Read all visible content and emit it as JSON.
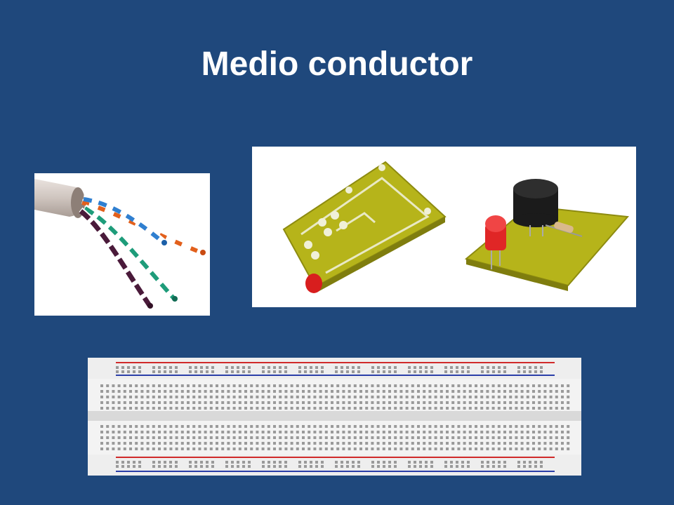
{
  "slide": {
    "title": "Medio conductor",
    "background_color": "#1f487c"
  },
  "images": {
    "cable": {
      "icon": "twisted-pair-cable-photo"
    },
    "pcbs": {
      "icon": "printed-circuit-boards-illustration"
    },
    "breadboard": {
      "icon": "breadboard-photo"
    }
  }
}
